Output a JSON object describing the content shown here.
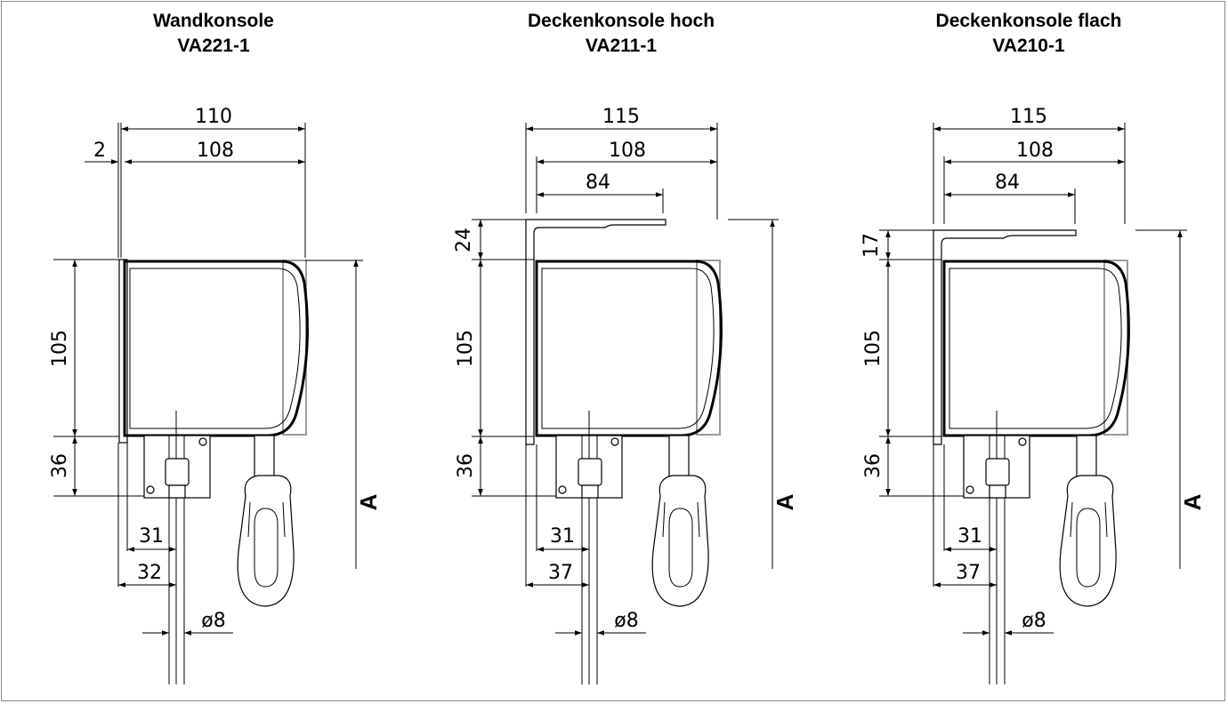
{
  "consoles": [
    {
      "title": "Wandkonsole",
      "model": "VA221-1",
      "dims": {
        "total_width": "110",
        "inner_width": "108",
        "offset": "2",
        "height": "105",
        "bottom": "36",
        "cable_a": "31",
        "cable_b": "32",
        "diameter": "ø8",
        "label": "A"
      }
    },
    {
      "title": "Deckenkonsole hoch",
      "model": "VA211-1",
      "dims": {
        "total_width": "115",
        "inner_width": "108",
        "bracket_width": "84",
        "bracket_height": "24",
        "height": "105",
        "bottom": "36",
        "cable_a": "31",
        "cable_b": "37",
        "diameter": "ø8",
        "label": "A"
      }
    },
    {
      "title": "Deckenkonsole flach",
      "model": "VA210-1",
      "dims": {
        "total_width": "115",
        "inner_width": "108",
        "bracket_width": "84",
        "bracket_height": "17",
        "height": "105",
        "bottom": "36",
        "cable_a": "31",
        "cable_b": "37",
        "diameter": "ø8",
        "label": "A"
      }
    }
  ]
}
